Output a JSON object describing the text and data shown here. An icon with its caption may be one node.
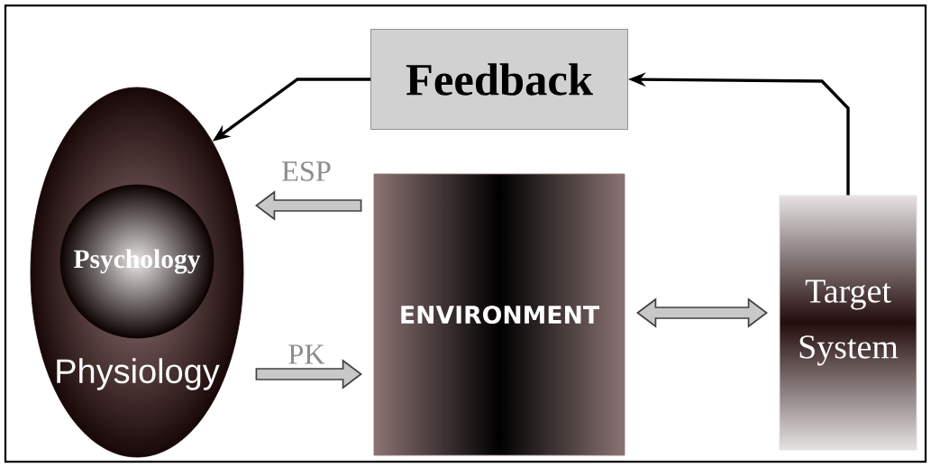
{
  "diagram": {
    "nodes": [
      {
        "text": [
          "Feedback"
        ]
      },
      {
        "text": [
          "Physiology"
        ]
      },
      {
        "text": [
          "Psychology"
        ],
        "in": 1
      },
      {
        "text": [
          "ENVIRONMENT"
        ]
      },
      {
        "text": [
          "Target System"
        ]
      }
    ],
    "edges": [
      {
        "from": 0,
        "to": 1,
        "arrow": "to"
      },
      {
        "from": 4,
        "to": 0,
        "arrow": "to"
      },
      {
        "from": 3,
        "to": 1,
        "arrow": "to",
        "label": "ESP",
        "style": "thick",
        "color": "#c8c8c8"
      },
      {
        "from": 1,
        "to": 3,
        "arrow": "to",
        "label": "PK",
        "style": "thick",
        "color": "#c8c8c8"
      },
      {
        "from": 3,
        "to": 4,
        "arrow": "both",
        "style": "thick",
        "color": "#c8c8c8"
      }
    ]
  }
}
